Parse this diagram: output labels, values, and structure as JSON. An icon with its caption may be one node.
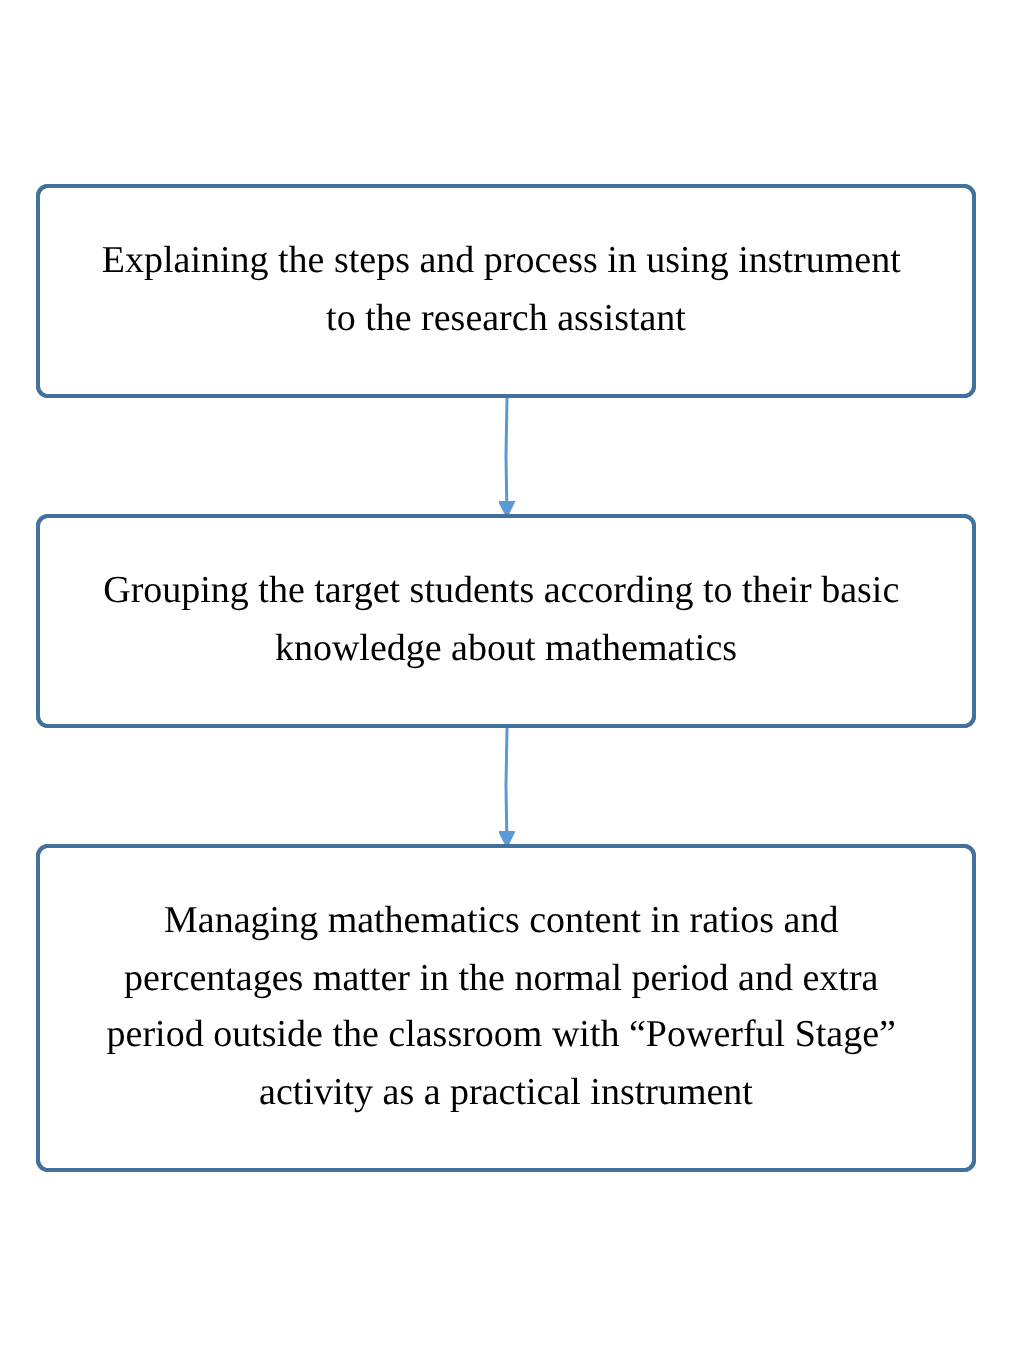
{
  "diagram": {
    "nodes": [
      {
        "text": [
          "Explaining the steps and process in using instrument to the research assistant"
        ]
      },
      {
        "text": [
          "Grouping the target students according to their basic knowledge about mathematics"
        ]
      },
      {
        "text": [
          "Managing mathematics content in ratios and percentages matter in the normal period and extra period outside the classroom with “Powerful Stage” activity as a practical instrument"
        ]
      }
    ],
    "edges": [
      {
        "from": 0,
        "to": 1,
        "arrow": "to"
      },
      {
        "from": 1,
        "to": 2,
        "arrow": "to"
      }
    ]
  }
}
